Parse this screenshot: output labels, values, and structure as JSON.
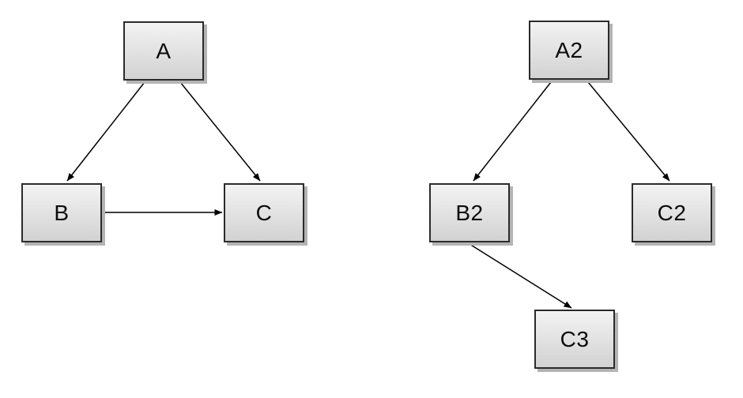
{
  "diagram": {
    "left": {
      "nodes": [
        {
          "id": "A",
          "label": "A"
        },
        {
          "id": "B",
          "label": "B"
        },
        {
          "id": "C",
          "label": "C"
        }
      ],
      "edges": [
        {
          "from": "A",
          "to": "B"
        },
        {
          "from": "A",
          "to": "C"
        },
        {
          "from": "B",
          "to": "C"
        }
      ]
    },
    "right": {
      "nodes": [
        {
          "id": "A2",
          "label": "A2"
        },
        {
          "id": "B2",
          "label": "B2"
        },
        {
          "id": "C2",
          "label": "C2"
        },
        {
          "id": "C3",
          "label": "C3"
        }
      ],
      "edges": [
        {
          "from": "A2",
          "to": "B2"
        },
        {
          "from": "A2",
          "to": "C2"
        },
        {
          "from": "B2",
          "to": "C3"
        }
      ]
    },
    "colors": {
      "background": "#ffffff",
      "node_fill_top": "#f3f3f3",
      "node_fill_bottom": "#d2d2d2",
      "node_border": "#2b2b2b",
      "node_shadow": "#b4b4b4",
      "edge": "#000000",
      "label": "#0c0c0c"
    }
  }
}
